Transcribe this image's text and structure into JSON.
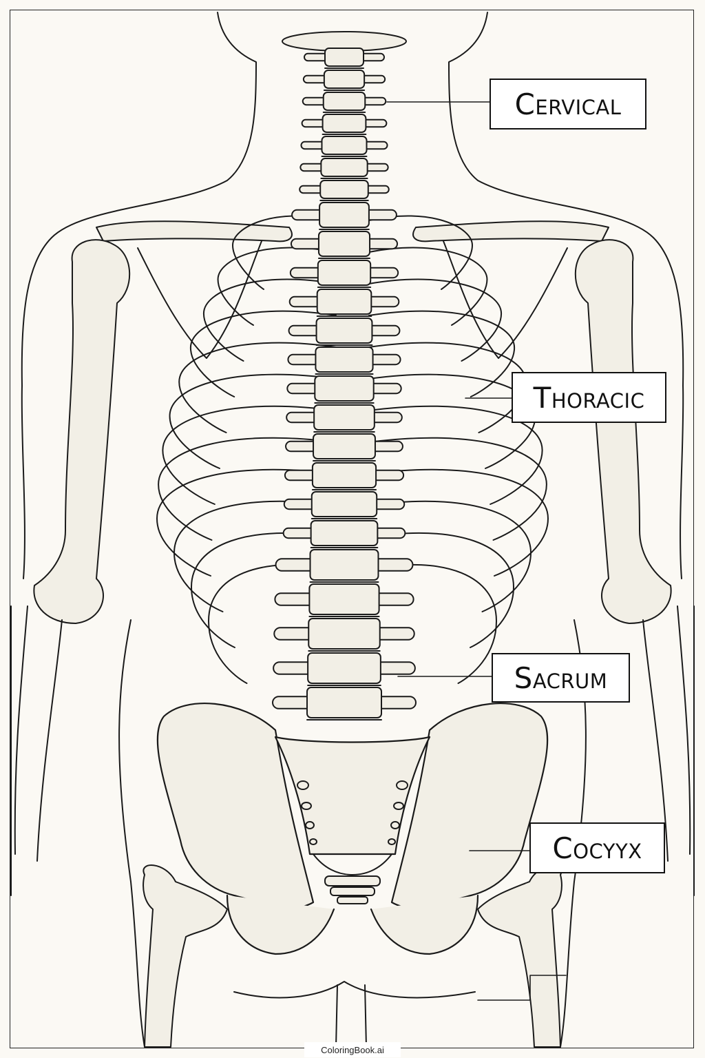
{
  "labels": {
    "cervical": "Cervical",
    "thoracic": "Thoracic",
    "sacrum": "Sacrum",
    "cocyyx": "Cocyyx"
  },
  "credit": "ColoringBook.ai",
  "colors": {
    "ink": "#1a1a1a",
    "paper": "#fbf9f4",
    "bone": "#f2efe6"
  }
}
